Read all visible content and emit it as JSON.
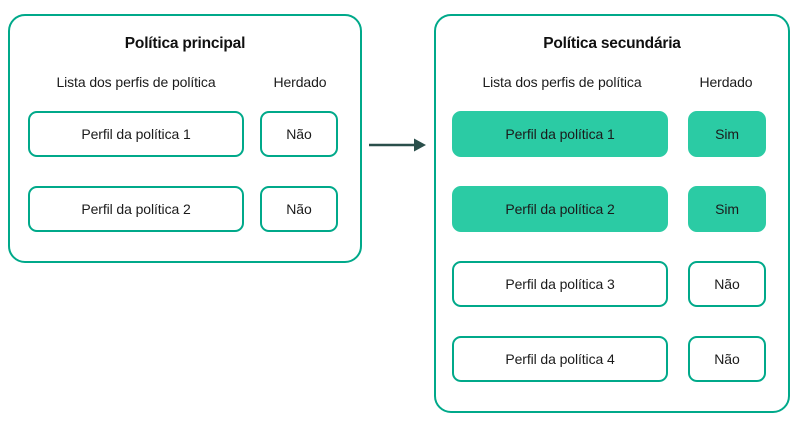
{
  "diagram": {
    "arrow": {
      "label": "flow-arrow",
      "color": "#2A4F4B"
    },
    "accent_color": "#00A98A",
    "fill_color": "#2BCBA4",
    "panels": [
      {
        "id": "primary",
        "title": "Política principal",
        "headers": {
          "profiles": "Lista dos perfis de política",
          "inherited": "Herdado"
        },
        "rows": [
          {
            "profile": "Perfil da política 1",
            "inherited": "Não",
            "highlighted": false
          },
          {
            "profile": "Perfil da política 2",
            "inherited": "Não",
            "highlighted": false
          }
        ]
      },
      {
        "id": "secondary",
        "title": "Política secundária",
        "headers": {
          "profiles": "Lista dos perfis de política",
          "inherited": "Herdado"
        },
        "rows": [
          {
            "profile": "Perfil da política 1",
            "inherited": "Sim",
            "highlighted": true
          },
          {
            "profile": "Perfil da política 2",
            "inherited": "Sim",
            "highlighted": true
          },
          {
            "profile": "Perfil da política 3",
            "inherited": "Não",
            "highlighted": false
          },
          {
            "profile": "Perfil da política 4",
            "inherited": "Não",
            "highlighted": false
          }
        ]
      }
    ]
  }
}
